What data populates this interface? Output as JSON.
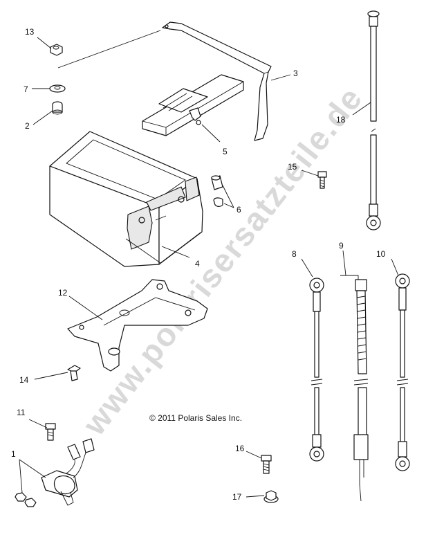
{
  "watermark": "www.polarisersatzteile.de",
  "copyright": "© 2011 Polaris Sales Inc.",
  "callouts": {
    "c1": "1",
    "c2": "2",
    "c3": "3",
    "c4": "4",
    "c5": "5",
    "c6": "6",
    "c7": "7",
    "c8": "8",
    "c9": "9",
    "c10": "10",
    "c11": "11",
    "c12": "12",
    "c13": "13",
    "c14": "14",
    "c15": "15",
    "c16": "16",
    "c17": "17",
    "c18": "18"
  }
}
